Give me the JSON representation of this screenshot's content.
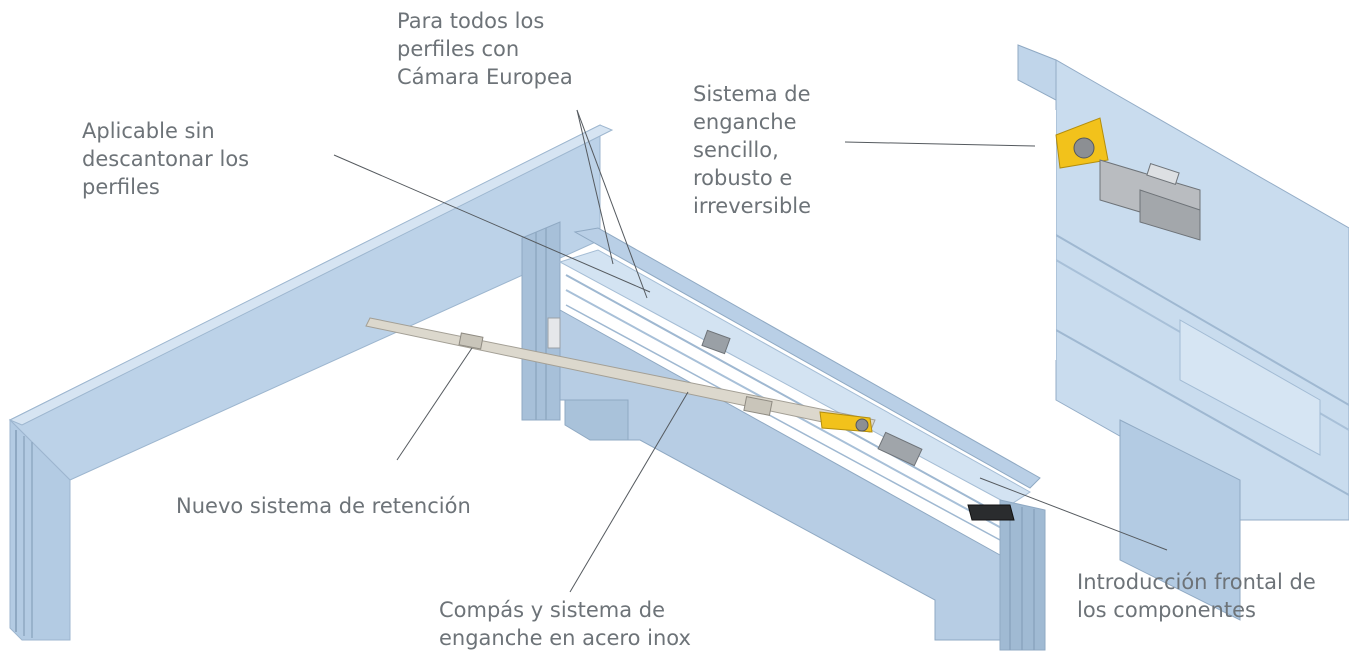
{
  "callouts": {
    "camara_europea": "Para todos los\nperfiles con\nCámara Europea",
    "sin_descantonar": "Aplicable sin\ndescantonar los\nperfiles",
    "sistema_enganche": "Sistema de\nenganche\nsencillo,\nrobusto e\nirreversible",
    "retencion": "Nuevo sistema de retención",
    "compas_inox": "Compás y sistema de\nenganche en acero inox",
    "introduccion_frontal": "Introducción frontal de\nlos componentes"
  },
  "colors": {
    "profile_light": "#c4d7ea",
    "profile_mid": "#a9c2da",
    "profile_dark": "#8fa9c3",
    "stay_steel": "#d9d6cc",
    "stay_yellow": "#f2c21b",
    "callout_text": "#6d7378",
    "leader_line": "#555a5f"
  }
}
